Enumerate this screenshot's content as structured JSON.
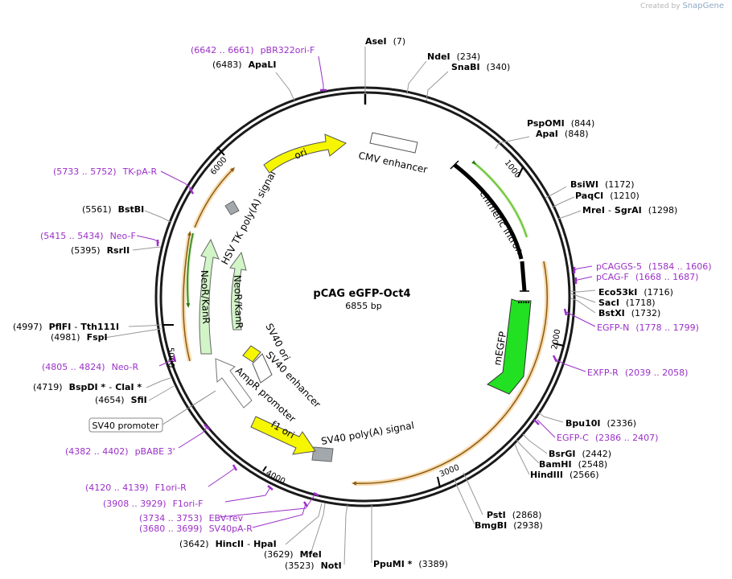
{
  "watermark": {
    "prefix": "Created by",
    "brand": "SnapGene"
  },
  "plasmid": {
    "name": "pCAG eGFP-Oct4",
    "size_label": "6855 bp",
    "length": 6855
  },
  "ticks": [
    "1000",
    "2000",
    "3000",
    "4000",
    "5000",
    "6000"
  ],
  "features": [
    {
      "label": "CMV enhancer"
    },
    {
      "label": "chimeric intron"
    },
    {
      "label": "mEGFP"
    },
    {
      "label": "SV40 poly(A) signal"
    },
    {
      "label": "f1 ori"
    },
    {
      "label": "AmpR promoter"
    },
    {
      "label": "SV40 ori"
    },
    {
      "label": "SV40 enhancer"
    },
    {
      "label": "NeoR/KanR"
    },
    {
      "label": "NeoR/KanR"
    },
    {
      "label": "HSV TK poly(A) signal"
    },
    {
      "label": "ori"
    },
    {
      "label": "SV40 promoter"
    }
  ],
  "sites": [
    {
      "name": "AseI",
      "pos": "(7)"
    },
    {
      "name": "NdeI",
      "pos": "(234)"
    },
    {
      "name": "SnaBI",
      "pos": "(340)"
    },
    {
      "name": "PspOMI",
      "pos": "(844)"
    },
    {
      "name": "ApaI",
      "pos": "(848)"
    },
    {
      "name": "BsiWI",
      "pos": "(1172)"
    },
    {
      "name": "PaqCI",
      "pos": "(1210)"
    },
    {
      "name": "MreI",
      "name2": "SgrAI",
      "pos": "(1298)"
    },
    {
      "name": "Eco53kI",
      "pos": "(1716)"
    },
    {
      "name": "SacI",
      "pos": "(1718)"
    },
    {
      "name": "BstXI",
      "pos": "(1732)"
    },
    {
      "name": "Bpu10I",
      "pos": "(2336)"
    },
    {
      "name": "BsrGI",
      "pos": "(2442)"
    },
    {
      "name": "BamHI",
      "pos": "(2548)"
    },
    {
      "name": "HindIII",
      "pos": "(2566)"
    },
    {
      "name": "PstI",
      "pos": "(2868)"
    },
    {
      "name": "BmgBI",
      "pos": "(2938)"
    },
    {
      "name": "PpuMI *",
      "pos": "(3389)"
    },
    {
      "name": "NotI",
      "pos": "(3523)"
    },
    {
      "name": "MfeI",
      "pos": "(3629)"
    },
    {
      "name": "HincII",
      "name2": "HpaI",
      "pos": "(3642)"
    },
    {
      "name": "SfiI",
      "pos": "(4654)"
    },
    {
      "name": "BspDI *",
      "name2": "ClaI *",
      "pos": "(4719)"
    },
    {
      "name": "FspI",
      "pos": "(4981)"
    },
    {
      "name": "PflFI",
      "name2": "Tth111I",
      "pos": "(4997)"
    },
    {
      "name": "RsrII",
      "pos": "(5395)"
    },
    {
      "name": "BstBI",
      "pos": "(5561)"
    },
    {
      "name": "ApaLI",
      "pos": "(6483)"
    }
  ],
  "primers": [
    {
      "range": "(6642 .. 6661)",
      "name": "pBR322ori-F"
    },
    {
      "range": "(5733 .. 5752)",
      "name": "TK-pA-R"
    },
    {
      "range": "(5415 .. 5434)",
      "name": "Neo-F"
    },
    {
      "range": "(1584 .. 1606)",
      "name": "pCAGGS-5"
    },
    {
      "range": "(1668 .. 1687)",
      "name": "pCAG-F"
    },
    {
      "range": "(1778 .. 1799)",
      "name": "EGFP-N"
    },
    {
      "range": "(2039 .. 2058)",
      "name": "EXFP-R"
    },
    {
      "range": "(2386 .. 2407)",
      "name": "EGFP-C"
    },
    {
      "range": "(4805 .. 4824)",
      "name": "Neo-R"
    },
    {
      "range": "(4382 .. 4402)",
      "name": "pBABE 3'"
    },
    {
      "range": "(4120 .. 4139)",
      "name": "F1ori-R"
    },
    {
      "range": "(3908 .. 3929)",
      "name": "F1ori-F"
    },
    {
      "range": "(3734 .. 3753)",
      "name": "EBV-rev"
    },
    {
      "range": "(3680 .. 3699)",
      "name": "SV40pA-R"
    }
  ],
  "colors": {
    "backbone": "#1a1a1a",
    "primer": "#9b30c8",
    "mEGFP": "#22e022",
    "yellow_feature": "#f6f600",
    "neo": "#d2f5c8",
    "orange_arc": "#f0b050",
    "green_arc": "#5fc020",
    "grey_box": "#a3a8ad"
  }
}
